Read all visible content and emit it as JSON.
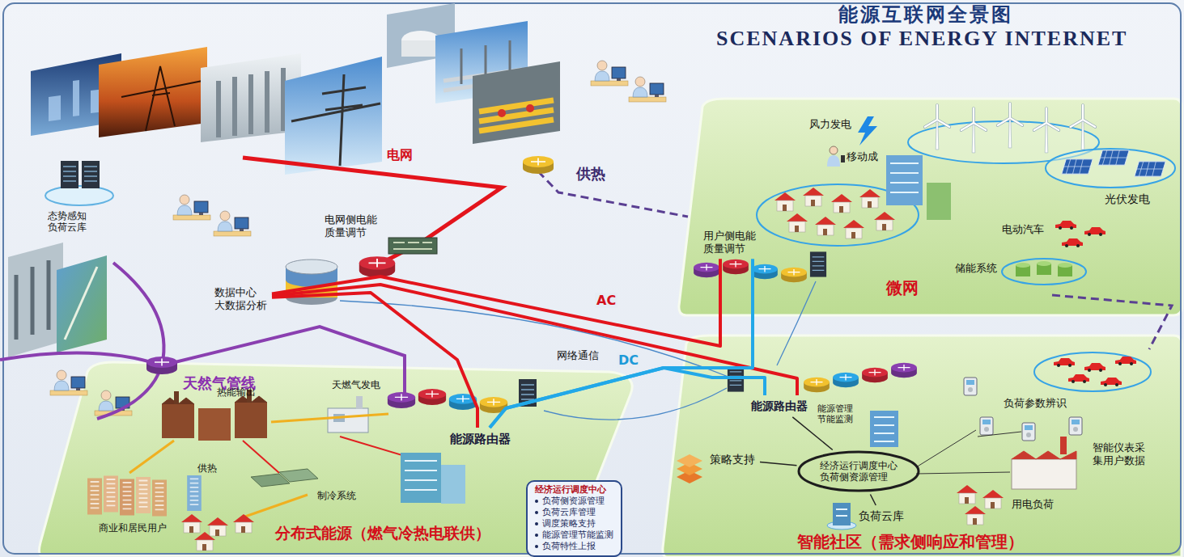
{
  "diagram": {
    "title": "能源互联网全景图",
    "nodes": [
      {
        "text": [
          "分布式能源（燃气冷热电联供）"
        ]
      },
      {
        "text": [
          "能源路由器"
        ],
        "in": 0
      },
      {
        "text": [
          "微网"
        ]
      },
      {
        "text": [
          "用户侧电能 质量调节"
        ],
        "in": 2
      },
      {
        "text": [
          "智能社区（需求侧响应和管理）"
        ]
      },
      {
        "text": [
          "能源路由器"
        ],
        "in": 4
      },
      {
        "text": [
          "经济运行调度中心 负荷侧资源管理"
        ],
        "in": 4
      },
      {
        "text": [
          "策略支持"
        ],
        "in": 4
      },
      {
        "text": [
          "负荷云库"
        ],
        "in": 4
      },
      {
        "text": [
          "数据中心 大数据分析"
        ]
      },
      {
        "text": [
          "电网侧电能 质量调节"
        ]
      },
      {
        "text": [
          "态势感知 负荷云库"
        ]
      },
      {
        "text": [
          "经济运行调度中心",
          "负荷侧资源管理",
          "负荷云库管理",
          "调度策略支持",
          "能源管理节能监测",
          "负荷特性上报"
        ]
      }
    ],
    "edges": [
      {
        "from": 9,
        "to": 3,
        "arrow": "none",
        "label": "AC"
      },
      {
        "from": 9,
        "to": 5,
        "arrow": "none"
      },
      {
        "from": 9,
        "to": 1,
        "arrow": "none"
      },
      {
        "from": 1,
        "to": 3,
        "arrow": "none",
        "label": "DC"
      },
      {
        "from": 1,
        "to": 5,
        "arrow": "none"
      },
      {
        "from": 5,
        "to": 6,
        "arrow": "none"
      },
      {
        "from": 7,
        "to": 6,
        "arrow": "none"
      },
      {
        "from": 8,
        "to": 6,
        "arrow": "none"
      }
    ],
    "labels": [
      "SCENARIOS OF ENERGY INTERNET",
      "电网",
      "供热",
      "天然气管线",
      "天燃气发电",
      "热能输出",
      "供热",
      "制冷系统",
      "商业和居民用户",
      "网络通信",
      "风力发电",
      "移动成",
      "光伏发电",
      "电动汽车",
      "储能系统",
      "能源管理 节能监测",
      "负荷参数辨识",
      "智能仪表采集用户数据",
      "用电负荷"
    ]
  }
}
